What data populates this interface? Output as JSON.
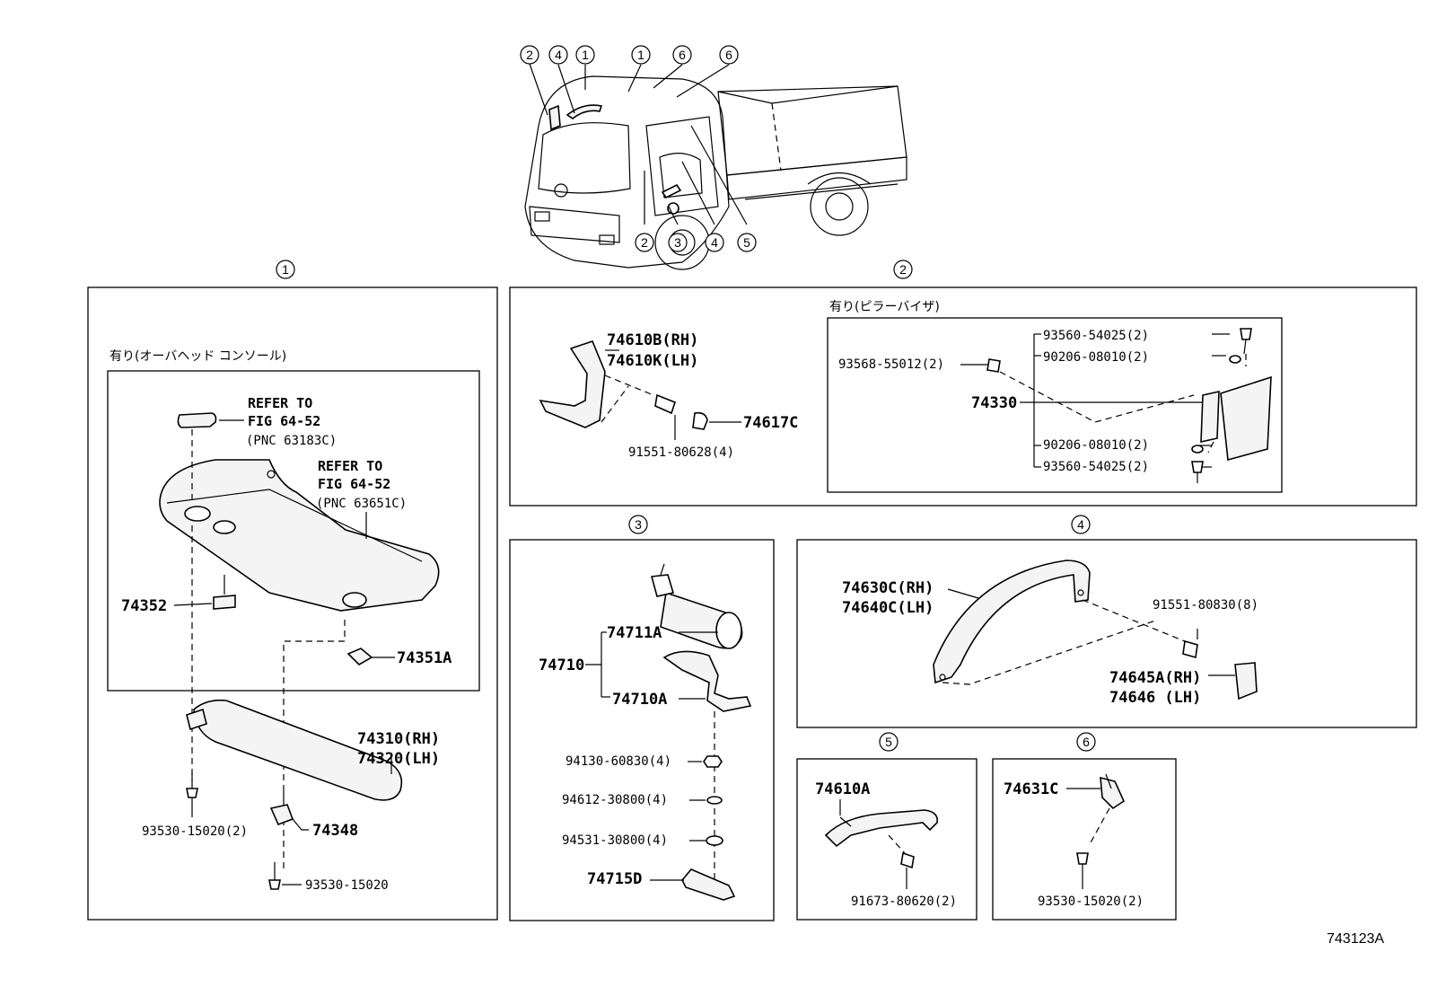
{
  "diagram_code": "743123A",
  "overview_callouts": [
    "2",
    "4",
    "1",
    "1",
    "6",
    "6",
    "2",
    "3",
    "4",
    "5"
  ],
  "sections": {
    "s1": {
      "number": "1",
      "option_label": "有り(オーバヘッド コンソール)",
      "refer1": [
        "REFER TO",
        "FIG 64-52",
        "(PNC 63183C)"
      ],
      "refer2": [
        "REFER TO",
        "FIG 64-52",
        "(PNC 63651C)"
      ],
      "parts": {
        "p74352": "74352",
        "p74351A": "74351A",
        "p74310": "74310(RH)",
        "p74320": "74320(LH)",
        "p93530a": "93530-15020(2)",
        "p74348": "74348",
        "p93530b": "93530-15020"
      }
    },
    "s2": {
      "number": "2",
      "option_label": "有り(ピラーバイザ)",
      "parts": {
        "p74610B": "74610B(RH)",
        "p74610K": "74610K(LH)",
        "p74617C": "74617C",
        "p91551": "91551-80628(4)",
        "p93568": "93568-55012(2)",
        "p74330": "74330",
        "p93560a": "93560-54025(2)",
        "p90206a": "90206-08010(2)",
        "p90206b": "90206-08010(2)",
        "p93560b": "93560-54025(2)"
      }
    },
    "s3": {
      "number": "3",
      "parts": {
        "p74711A": "74711A",
        "p74710": "74710",
        "p74710A": "74710A",
        "p94130": "94130-60830(4)",
        "p94612": "94612-30800(4)",
        "p94531": "94531-30800(4)",
        "p74715D": "74715D"
      }
    },
    "s4": {
      "number": "4",
      "parts": {
        "p74630C": "74630C(RH)",
        "p74640C": "74640C(LH)",
        "p91551": "91551-80830(8)",
        "p74645A": "74645A(RH)",
        "p74646": "74646 (LH)"
      }
    },
    "s5": {
      "number": "5",
      "parts": {
        "p74610A": "74610A",
        "p91673": "91673-80620(2)"
      }
    },
    "s6": {
      "number": "6",
      "parts": {
        "p74631C": "74631C",
        "p93530": "93530-15020(2)"
      }
    }
  }
}
